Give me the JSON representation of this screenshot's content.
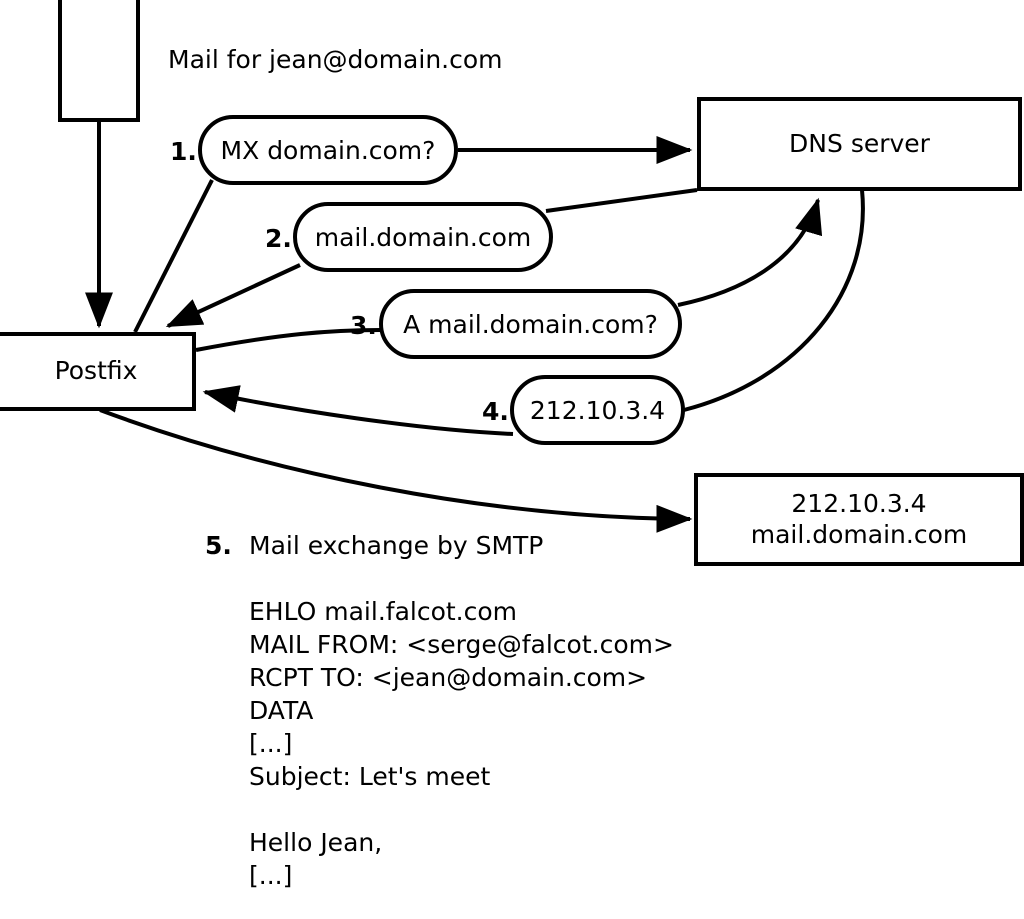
{
  "diagram": {
    "title_note": "Mail for jean@domain.com",
    "nodes": [
      {
        "id": "sender-host",
        "label": ""
      },
      {
        "id": "postfix",
        "label": "Postfix"
      },
      {
        "id": "dns-server",
        "label": "DNS server"
      },
      {
        "id": "target-mx",
        "label_line1": "212.10.3.4",
        "label_line2": "mail.domain.com"
      }
    ],
    "steps": [
      {
        "num": "1.",
        "bubble": "MX domain.com?"
      },
      {
        "num": "2.",
        "bubble": "mail.domain.com"
      },
      {
        "num": "3.",
        "bubble": "A mail.domain.com?"
      },
      {
        "num": "4.",
        "bubble": "212.10.3.4"
      },
      {
        "num": "5.",
        "label": "Mail exchange by SMTP"
      }
    ],
    "smtp_transcript": [
      "EHLO mail.falcot.com",
      "MAIL FROM: <serge@falcot.com>",
      "RCPT TO: <jean@domain.com>",
      "DATA",
      "[...]",
      "Subject: Let's meet",
      "",
      "Hello Jean,",
      "[...]",
      "",
      "."
    ],
    "colors": {
      "stroke": "#000000",
      "background": "#ffffff"
    }
  }
}
